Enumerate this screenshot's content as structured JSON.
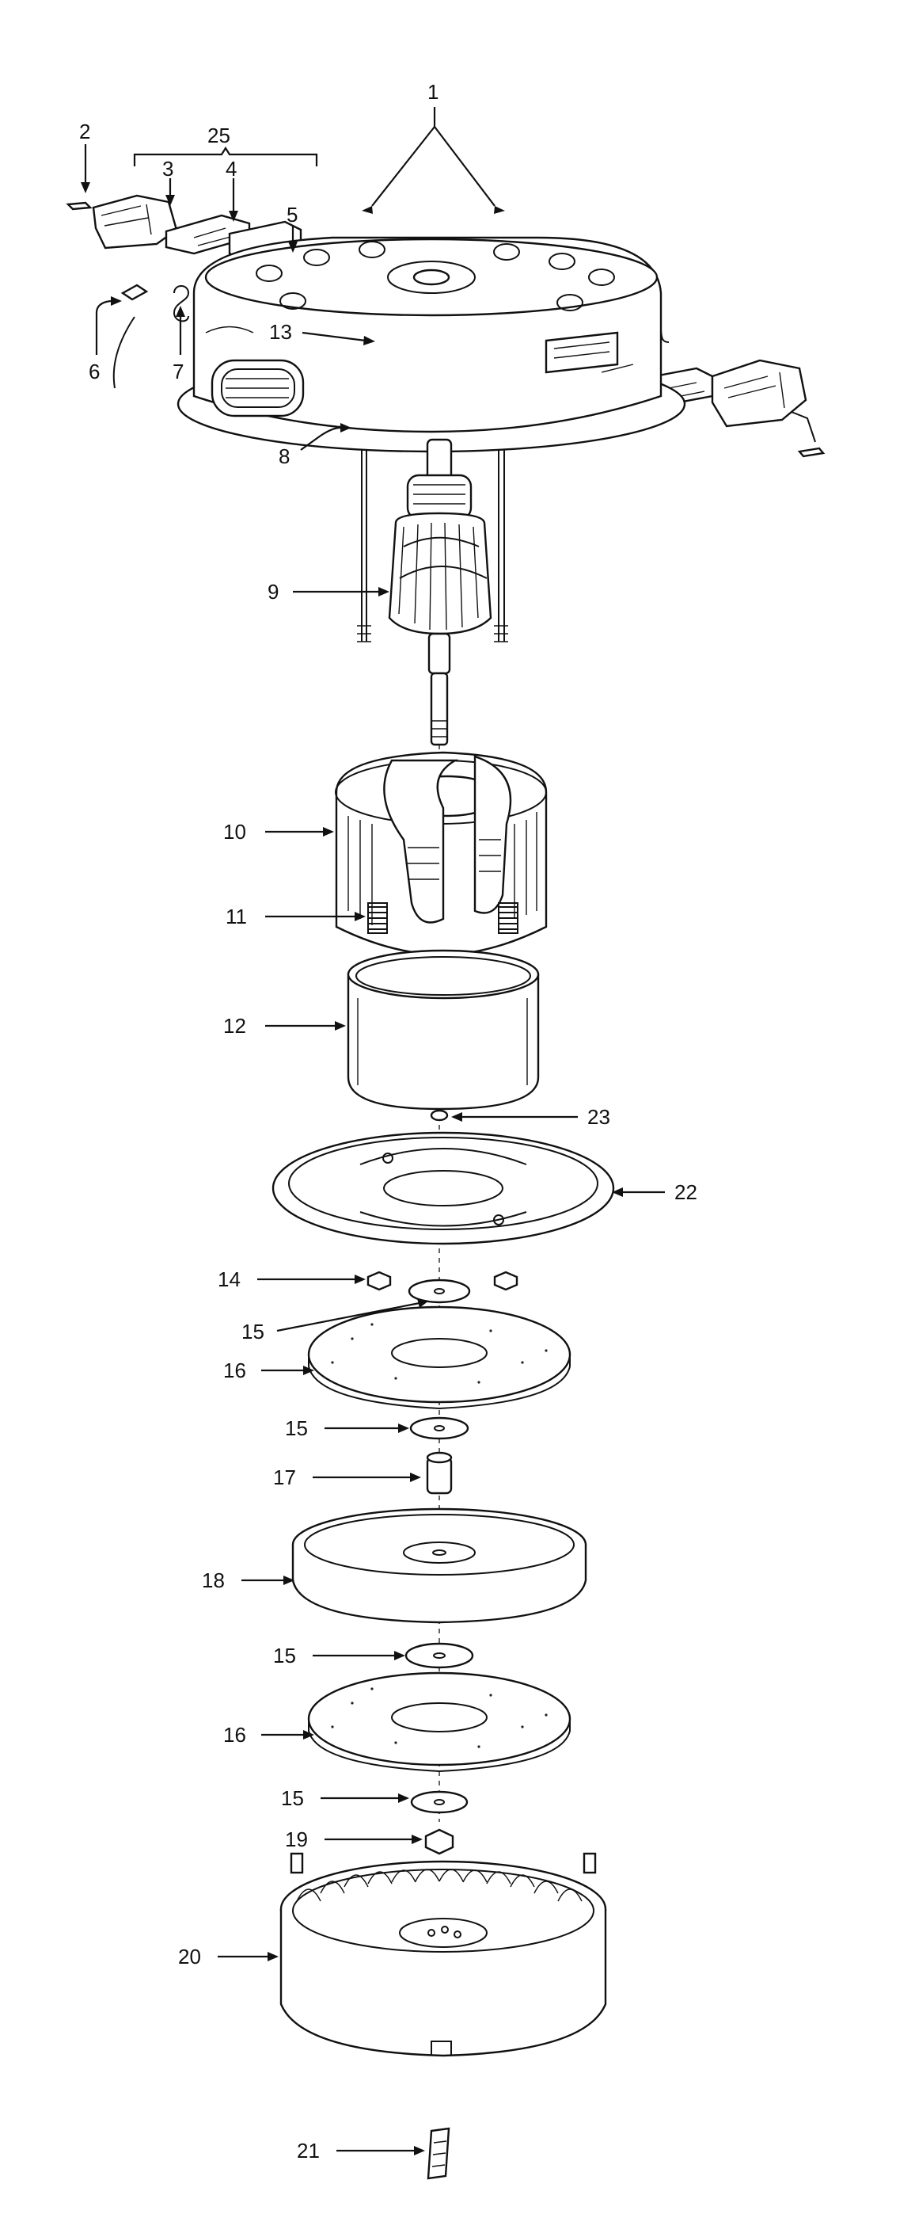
{
  "callouts": [
    {
      "id": "c1",
      "text": "1"
    },
    {
      "id": "c2",
      "text": "2"
    },
    {
      "id": "c3",
      "text": "3"
    },
    {
      "id": "c4",
      "text": "4"
    },
    {
      "id": "c5",
      "text": "5"
    },
    {
      "id": "c6",
      "text": "6"
    },
    {
      "id": "c7",
      "text": "7"
    },
    {
      "id": "c8",
      "text": "8"
    },
    {
      "id": "c9",
      "text": "9"
    },
    {
      "id": "c10",
      "text": "10"
    },
    {
      "id": "c11",
      "text": "11"
    },
    {
      "id": "c12",
      "text": "12"
    },
    {
      "id": "c13",
      "text": "13"
    },
    {
      "id": "c14",
      "text": "14"
    },
    {
      "id": "c15a",
      "text": "15"
    },
    {
      "id": "c15b",
      "text": "15"
    },
    {
      "id": "c15c",
      "text": "15"
    },
    {
      "id": "c15d",
      "text": "15"
    },
    {
      "id": "c16a",
      "text": "16"
    },
    {
      "id": "c16b",
      "text": "16"
    },
    {
      "id": "c17",
      "text": "17"
    },
    {
      "id": "c18",
      "text": "18"
    },
    {
      "id": "c19",
      "text": "19"
    },
    {
      "id": "c20",
      "text": "20"
    },
    {
      "id": "c21",
      "text": "21"
    },
    {
      "id": "c22",
      "text": "22"
    },
    {
      "id": "c23",
      "text": "23"
    },
    {
      "id": "c25",
      "text": "25"
    }
  ]
}
